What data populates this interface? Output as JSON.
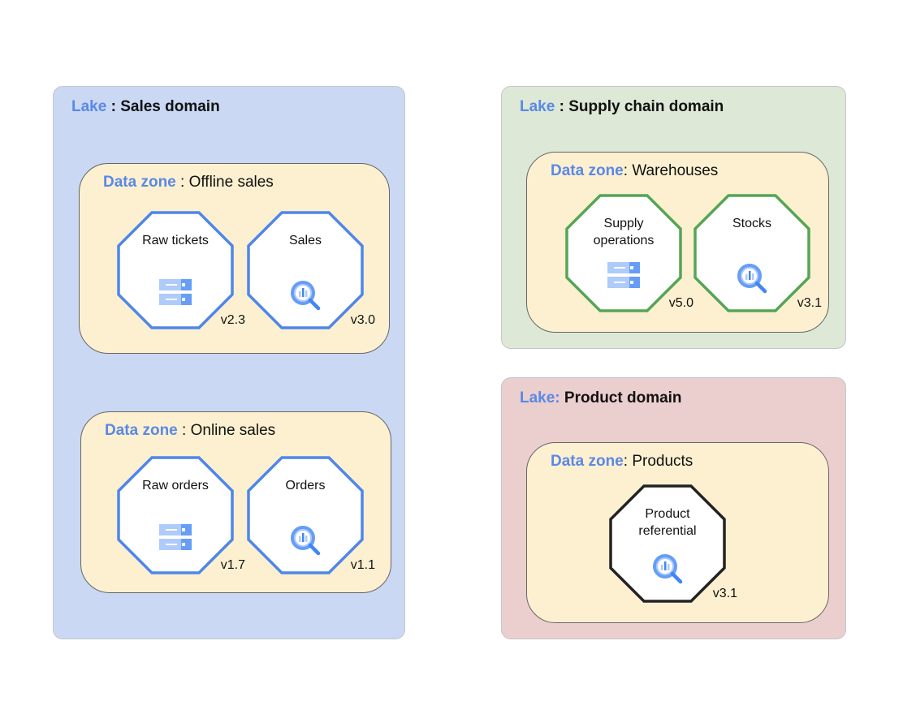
{
  "colors": {
    "lake_label": "#5a88e6",
    "zone_fill": "#fcf0d0",
    "blue_stroke": "#4f86ea",
    "green_stroke": "#55a555",
    "black_stroke": "#222222"
  },
  "lakes": [
    {
      "prefix": "Lake",
      "separator": " : ",
      "name": "Sales domain",
      "fill": "#cad8f4",
      "zones": [
        {
          "prefix": "Data zone",
          "separator": " : ",
          "name": "Offline sales",
          "products": [
            {
              "label": "Raw tickets",
              "icon": "storage-icon",
              "version": "v2.3",
              "stroke": "#4f86ea"
            },
            {
              "label": "Sales",
              "icon": "bigquery-icon",
              "version": "v3.0",
              "stroke": "#4f86ea"
            }
          ]
        },
        {
          "prefix": "Data zone",
          "separator": " : ",
          "name": "Online sales",
          "products": [
            {
              "label": "Raw orders",
              "icon": "storage-icon",
              "version": "v1.7",
              "stroke": "#4f86ea"
            },
            {
              "label": "Orders",
              "icon": "bigquery-icon",
              "version": "v1.1",
              "stroke": "#4f86ea"
            }
          ]
        }
      ]
    },
    {
      "prefix": "Lake",
      "separator": " : ",
      "name": "Supply chain domain",
      "fill": "#dde8d6",
      "zones": [
        {
          "prefix": "Data zone",
          "separator": ": ",
          "name": "Warehouses",
          "products": [
            {
              "label": "Supply operations",
              "icon": "storage-icon",
              "version": "v5.0",
              "stroke": "#55a555"
            },
            {
              "label": "Stocks",
              "icon": "bigquery-icon",
              "version": "v3.1",
              "stroke": "#55a555"
            }
          ]
        }
      ]
    },
    {
      "prefix": "Lake:",
      "separator": " ",
      "name": "Product domain",
      "fill": "#ebcfce",
      "zones": [
        {
          "prefix": "Data zone",
          "separator": ": ",
          "name": "Products",
          "products": [
            {
              "label": "Product referential",
              "icon": "bigquery-icon",
              "version": "v3.1",
              "stroke": "#222222"
            }
          ]
        }
      ]
    }
  ]
}
